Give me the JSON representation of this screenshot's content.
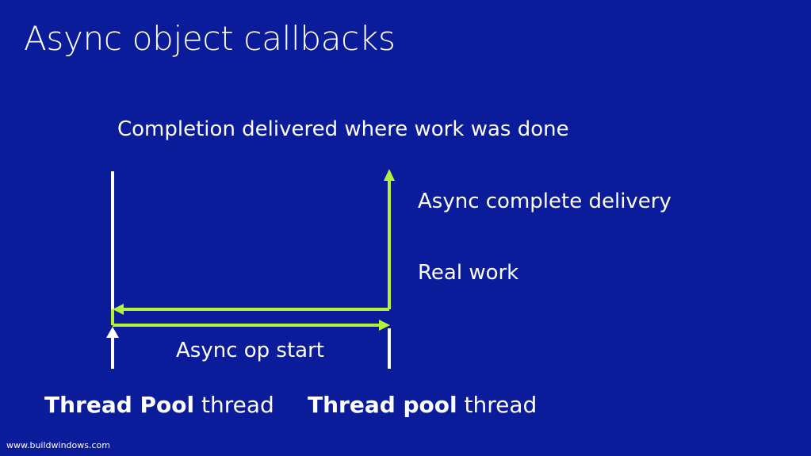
{
  "slide": {
    "title": "Async object callbacks",
    "subtitle": "Completion delivered where work was done",
    "footer": "www.buildwindows.com"
  },
  "diagram": {
    "labels": {
      "async_complete": "Async complete delivery",
      "real_work": "Real work",
      "async_op_start": "Async op start"
    },
    "threads": [
      {
        "bold": "Thread Pool",
        "rest": " thread"
      },
      {
        "bold": "Thread pool",
        "rest": " thread"
      }
    ],
    "colors": {
      "background": "#0a1c9a",
      "timeline": "#ffffff",
      "arrow": "#b4f03c"
    }
  }
}
